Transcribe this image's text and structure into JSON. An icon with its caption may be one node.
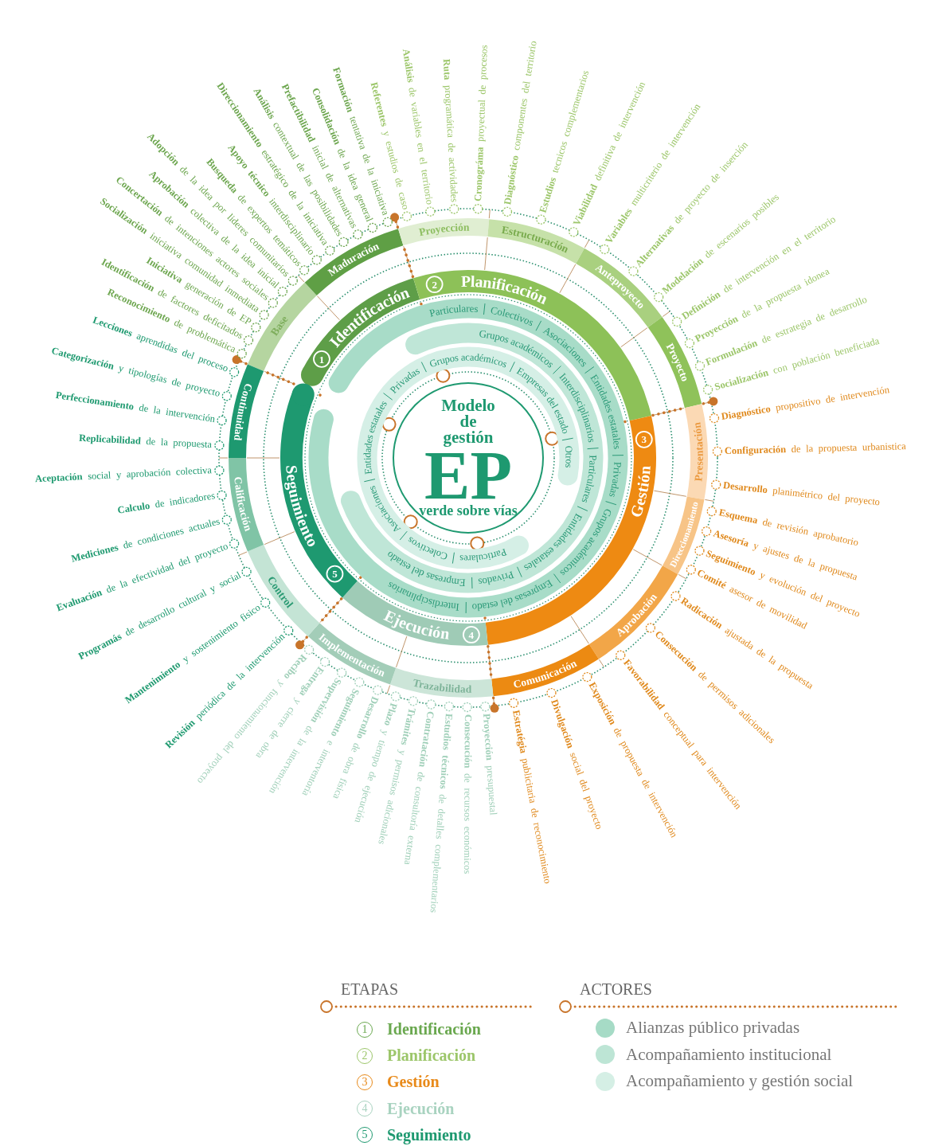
{
  "diagram": {
    "nodes": [
      {
        "text": [
          "Modelo de gestión",
          "EP",
          "verde sobre vías"
        ]
      },
      {
        "text": [
          "1",
          "Identificación"
        ]
      },
      {
        "text": [
          "2",
          "Planificación"
        ]
      },
      {
        "text": [
          "3",
          "Gestión"
        ]
      },
      {
        "text": [
          "Ejecución",
          "4"
        ]
      },
      {
        "text": [
          "Seguimiento",
          "5"
        ]
      },
      {
        "text": [
          "Base"
        ],
        "beside": [
          "**Reconocimiento** de problemática",
          "**Identificación** de factores deficitados",
          "**Iniciativa** generación de EP",
          "**Socialización** iniciativa comunidad inmediata",
          "**Concertación** de intenciones actores sociales",
          "**Aprobación** colectiva de la idea inicial",
          "**Adopción** de la idea por lideres comunitarios"
        ]
      },
      {
        "text": [
          "Maduración"
        ],
        "beside": [
          "**Busqueda** de expertos temáticos",
          "**Apoyo técnico** interdisciplinario",
          "**Direccionamiento** estratégico de la iniciativa",
          "**Análisis** contextual de las posibilidades",
          "**Prefactibilidad** inicial de alternativas",
          "**Consolidación** de la idea general",
          "**Formación** tentativa de la iniciativa"
        ]
      },
      {
        "text": [
          "Proyección"
        ],
        "beside": [
          "**Referentes** y estudios de caso",
          "**Análisis** de variables en el territorio",
          "**Ruta** programática de actividades",
          "**Cronográma** proyectual de procesos"
        ]
      },
      {
        "text": [
          "Estructuración"
        ],
        "beside": [
          "**Diagnóstico** componentes del territorio",
          "**Estudios** tecnicos complementarios",
          "**Viabilidad** definitiva de intervención"
        ]
      },
      {
        "text": [
          "Anteproyecto"
        ],
        "beside": [
          "**Variables** multicriterio de intervención",
          "**Alternativas** de proyecto de inserción",
          "**Modelación** de escenarios posibles"
        ]
      },
      {
        "text": [
          "Proyecto"
        ],
        "beside": [
          "**Definición** de intervención en el territorio",
          "**Proyección** de la propuesta idonea",
          "**Formulación** de estrategia de desarrollo",
          "**Socialización** con población beneficiada"
        ]
      },
      {
        "text": [
          "Presentación"
        ],
        "beside": [
          "**Diagnóstico** propositivo de intervención",
          "**Configuración** de la propuesta urbanistica",
          "**Desarrollo** planimétrico del proyecto"
        ]
      },
      {
        "text": [
          "Direccionamiento"
        ],
        "beside": [
          "**Esquema** de revisión aprobatorio",
          "**Asesoría** y ajustes de la propuesta",
          "**Seguimiento** y evolución del proyecto",
          "**Comité** asesor de movilidad"
        ]
      },
      {
        "text": [
          "Aprobación"
        ],
        "beside": [
          "**Radicación** ajustada de la propuesta",
          "**Consecución** de permisos adicionales",
          "**Favorabilidad** conceptual para intervención"
        ]
      },
      {
        "text": [
          "Comunicación"
        ],
        "beside": [
          "**Exposición** de propuesta de intervención",
          "**Divulgación** social del proyecto",
          "**Estratégia** publicitaria de reconocimiento"
        ]
      },
      {
        "text": [
          "Trazabilidad"
        ],
        "beside": [
          "**Proyección** presupuestal",
          "**Consecución** de recursos económicos",
          "**Estudios técnicos** de detalles complementarios",
          "**Contratación** de consultoría externa",
          "**Trámites** y permisos adicionales",
          "**Plazo** y tiempo de ejecución"
        ]
      },
      {
        "text": [
          "Implementación"
        ],
        "beside": [
          "**Desarrollo** de obra física",
          "**Seguimiento** e interventoría",
          "**Supervisión** de la intervención",
          "**Entrega** y cierre de obra",
          "**Recibo** y funcionamiento del proyecto"
        ]
      },
      {
        "text": [
          "Control"
        ],
        "beside": [
          "**Revisión** periódica de la intervención",
          "**Mantenimiento** y sostenimiento fisico",
          "**Programás** de desarrollo cultural y social"
        ]
      },
      {
        "text": [
          "Calificación"
        ],
        "beside": [
          "**Evaluación** de la efectividad del proyecto",
          "**Mediciones** de condiciones actuales",
          "**Calculo** de indicadores",
          "**Aceptación** social y aprobación colectiva"
        ]
      },
      {
        "text": [
          "Continuidad"
        ],
        "beside": [
          "**Replicabilidad** de la propuesta",
          "**Perfeccionamiento** de la intervención",
          "**Categorización** y tipologías de proyecto",
          "**Lecciones** aprendidas del proceso"
        ]
      }
    ],
    "labels": [
      "Particulares",
      "Colectivos",
      "Asociaciones",
      "Entidades estatales",
      "Privadas",
      "Grupos académicos",
      "Empresas del estado",
      "Interdisciplinarios",
      "Grupos académicos",
      "Interdisciplinarios",
      "Particulares",
      "Entidades estatales",
      "Privados",
      "Empresas del estado",
      "Particulares",
      "Colectivos",
      "Asociaciones",
      "Entidades estatales",
      "Privadas",
      "Grupos académicos",
      "Empresas del estado",
      "Otros",
      "ETAPAS",
      "1",
      "2",
      "3",
      "4",
      "5",
      "ACTORES"
    ],
    "legend": [
      {
        "text": "Identificación"
      },
      {
        "text": "Planificación"
      },
      {
        "text": "Gestión"
      },
      {
        "text": "Ejecución"
      },
      {
        "text": "Seguimiento"
      },
      {
        "text": "Alianzas público privadas",
        "color": "#a6dbc6"
      },
      {
        "text": "Acompañamiento institucional",
        "color": "#bde5d5"
      },
      {
        "text": "Acompañamiento y gestión social",
        "color": "#d5efe5"
      }
    ]
  }
}
